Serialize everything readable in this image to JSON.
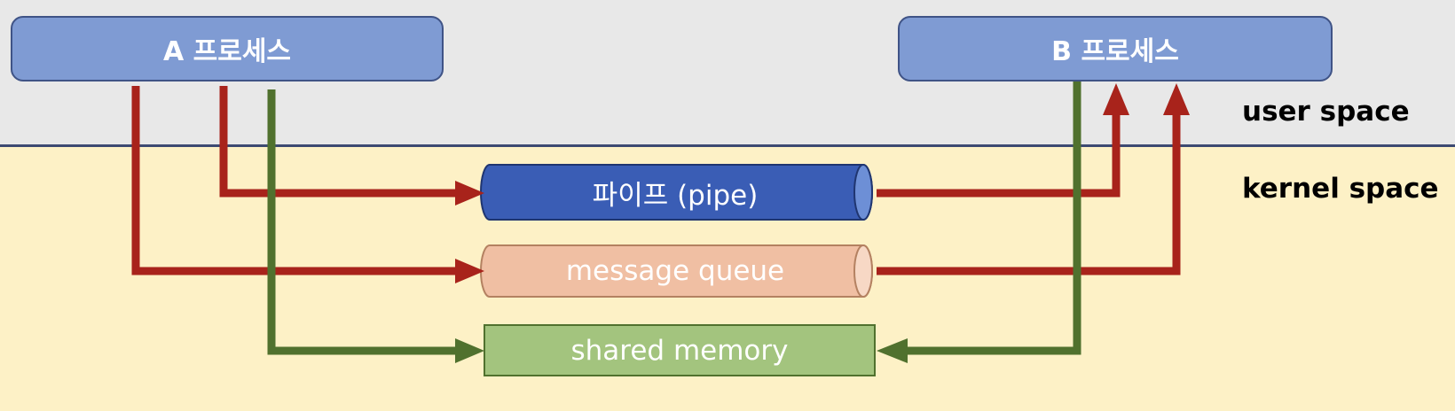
{
  "colors": {
    "user_space_bg": "#e8e8e8",
    "kernel_space_bg": "#fdf1c6",
    "process_fill": "#7f9bd3",
    "pipe_fill": "#3a5db5",
    "queue_fill": "#f0bfa3",
    "shm_fill": "#a3c47e",
    "red_arrow": "#a8231b",
    "green_arrow": "#50712e"
  },
  "process_a": {
    "label": "A 프로세스"
  },
  "process_b": {
    "label": "B 프로세스"
  },
  "labels": {
    "user_space": "user space",
    "kernel_space": "kernel space"
  },
  "ipc": {
    "pipe": "파이프 (pipe)",
    "message_queue": "message queue",
    "shared_memory": "shared memory"
  }
}
